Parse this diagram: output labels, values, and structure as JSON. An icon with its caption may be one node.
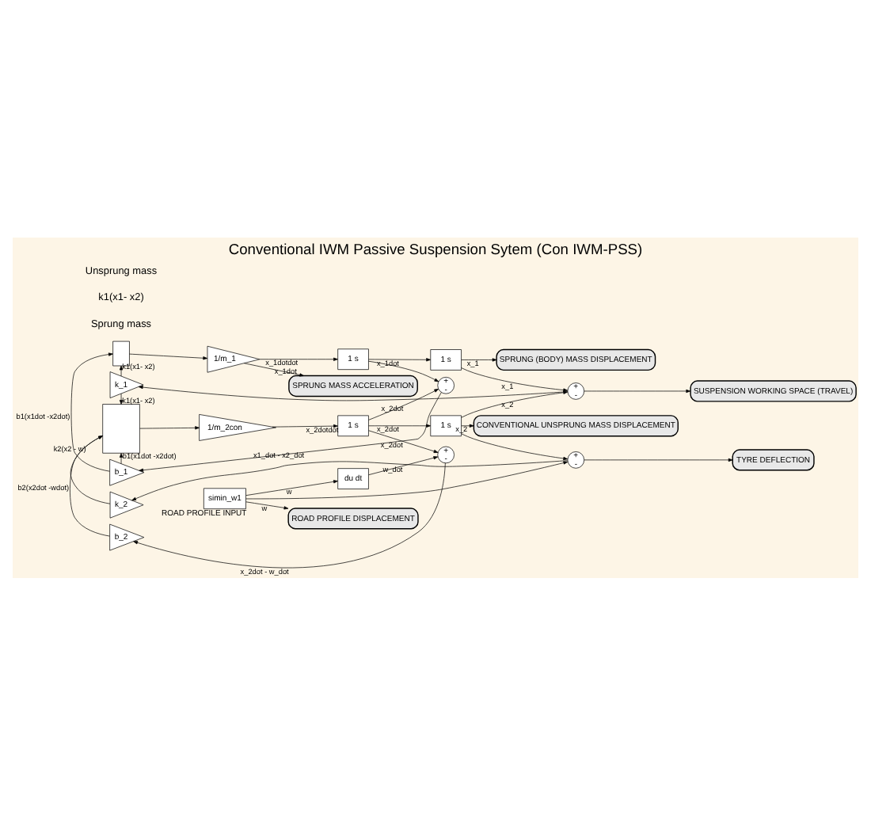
{
  "diagram": {
    "title": "Conventional IWM Passive Suspension Sytem (Con IWM-PSS)",
    "nodes": [
      {
        "text": [],
        "shape": "box"
      },
      {
        "text": [
          "1/m_1"
        ]
      },
      {
        "text": [
          "1 s"
        ]
      },
      {
        "text": [
          "1 s"
        ]
      },
      {
        "text": [
          "SPRUNG (BODY) MASS DISPLACEMENT"
        ]
      },
      {
        "text": [
          "SPRUNG MASS ACCELERATION"
        ]
      },
      {
        "text": [
          "+",
          "-"
        ]
      },
      {
        "text": [
          "k_1"
        ]
      },
      {
        "text": [
          "+",
          "-"
        ]
      },
      {
        "text": [
          "b_1"
        ]
      },
      {
        "text": [
          "SUSPENSION WORKING SPACE (TRAVEL)"
        ]
      },
      {
        "text": [],
        "shape": "box"
      },
      {
        "text": [
          "1/m_2con"
        ]
      },
      {
        "text": [
          "1 s"
        ]
      },
      {
        "text": [
          "1 s"
        ]
      },
      {
        "text": [
          "CONVENTIONAL UNSPRUNG MASS DISPLACEMENT"
        ]
      },
      {
        "text": [
          "TYRE DEFLECTION"
        ]
      },
      {
        "text": [
          "+",
          "-"
        ]
      },
      {
        "text": [
          "k_2"
        ]
      },
      {
        "text": [
          "+",
          "-"
        ]
      },
      {
        "text": [
          "b_2"
        ]
      },
      {
        "text": [
          "du dt"
        ]
      },
      {
        "text": [
          "simin_w1"
        ],
        "beside": [
          "ROAD PROFILE INPUT"
        ]
      },
      {
        "text": [
          "ROAD PROFILE DISPLACEMENT"
        ]
      }
    ],
    "edges": [
      {
        "from": 0,
        "to": 1,
        "arrow": "to"
      },
      {
        "from": 1,
        "to": 2,
        "arrow": "to",
        "label": "x_1dotdot"
      },
      {
        "from": 2,
        "to": 3,
        "arrow": "to",
        "label": "x_1dot"
      },
      {
        "from": 3,
        "to": 4,
        "arrow": "to",
        "label": "x_1"
      },
      {
        "from": 1,
        "to": 5,
        "arrow": "to",
        "label": "x_1dot"
      },
      {
        "from": 3,
        "to": 6,
        "arrow": "to",
        "label": "x_1"
      },
      {
        "from": 14,
        "to": 6,
        "arrow": "to",
        "label": "x_2"
      },
      {
        "from": 6,
        "to": 7,
        "arrow": "to"
      },
      {
        "from": 6,
        "to": 10,
        "arrow": "to"
      },
      {
        "from": 7,
        "to": 0,
        "arrow": "to",
        "label": "k1(x1- x2)"
      },
      {
        "from": 7,
        "to": 11,
        "arrow": "to",
        "label": "k1(x1- x2)"
      },
      {
        "from": 2,
        "to": 8,
        "arrow": "to"
      },
      {
        "from": 13,
        "to": 8,
        "arrow": "to",
        "label": "x_2dot"
      },
      {
        "from": 8,
        "to": 9,
        "arrow": "to",
        "label": "x1_dot - x2_dot"
      },
      {
        "from": 9,
        "to": 0,
        "arrow": "to",
        "label": "b1(x1dot -x2dot)"
      },
      {
        "from": 9,
        "to": 11,
        "arrow": "to",
        "label": "b1(x1dot -x2dot)"
      },
      {
        "from": 11,
        "to": 12,
        "arrow": "to"
      },
      {
        "from": 12,
        "to": 13,
        "arrow": "to",
        "label": "x_2dotdot"
      },
      {
        "from": 13,
        "to": 14,
        "arrow": "to",
        "label": "x_2dot"
      },
      {
        "from": 14,
        "to": 15,
        "arrow": "to",
        "label": "x_2"
      },
      {
        "from": 14,
        "to": 17,
        "arrow": "to"
      },
      {
        "from": 13,
        "to": 19,
        "arrow": "to",
        "label": "x_2dot"
      },
      {
        "from": 17,
        "to": 18,
        "arrow": "to"
      },
      {
        "from": 17,
        "to": 16,
        "arrow": "to"
      },
      {
        "from": 18,
        "to": 11,
        "arrow": "to",
        "label": "k2(x2 - w)"
      },
      {
        "from": 19,
        "to": 20,
        "arrow": "to",
        "label": "x_2dot - w_dot"
      },
      {
        "from": 20,
        "to": 11,
        "arrow": "to",
        "label": "b2(x2dot -wdot)"
      },
      {
        "from": 22,
        "to": 23,
        "arrow": "to",
        "label": "w"
      },
      {
        "from": 22,
        "to": 21,
        "arrow": "to",
        "label": "w"
      },
      {
        "from": 22,
        "to": 17,
        "arrow": "to"
      },
      {
        "from": 21,
        "to": 19,
        "arrow": "to",
        "label": "w_dot"
      }
    ],
    "labels": [
      "Sprung mass",
      "k1(x1- x2)",
      "Unsprung mass"
    ]
  }
}
